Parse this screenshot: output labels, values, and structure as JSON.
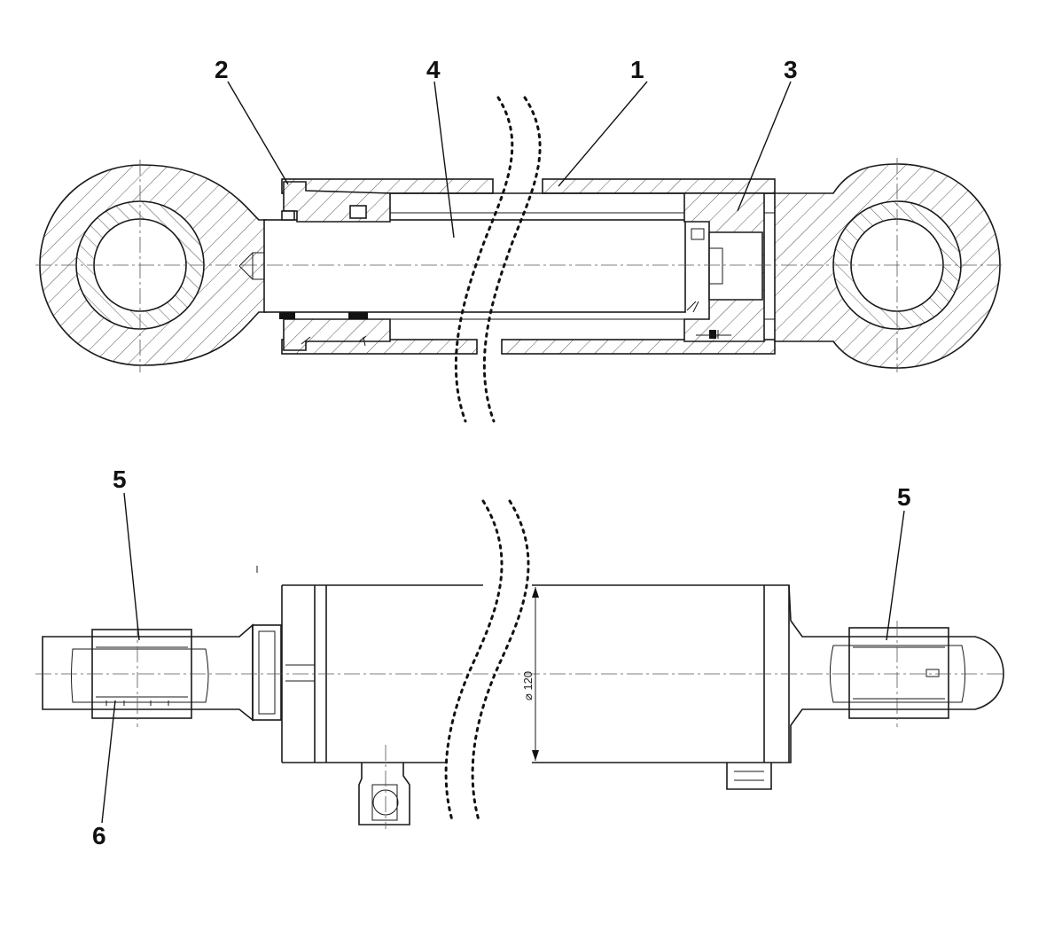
{
  "callouts": [
    {
      "id": "c1",
      "label": "1"
    },
    {
      "id": "c2",
      "label": "2"
    },
    {
      "id": "c3",
      "label": "3"
    },
    {
      "id": "c4",
      "label": "4"
    },
    {
      "id": "c5a",
      "label": "5"
    },
    {
      "id": "c5b",
      "label": "5"
    },
    {
      "id": "c6",
      "label": "6"
    }
  ],
  "dimension": {
    "diameter_label": "⌀ 120"
  },
  "colors": {
    "line": "#1a1a1a",
    "background": "#ffffff"
  }
}
